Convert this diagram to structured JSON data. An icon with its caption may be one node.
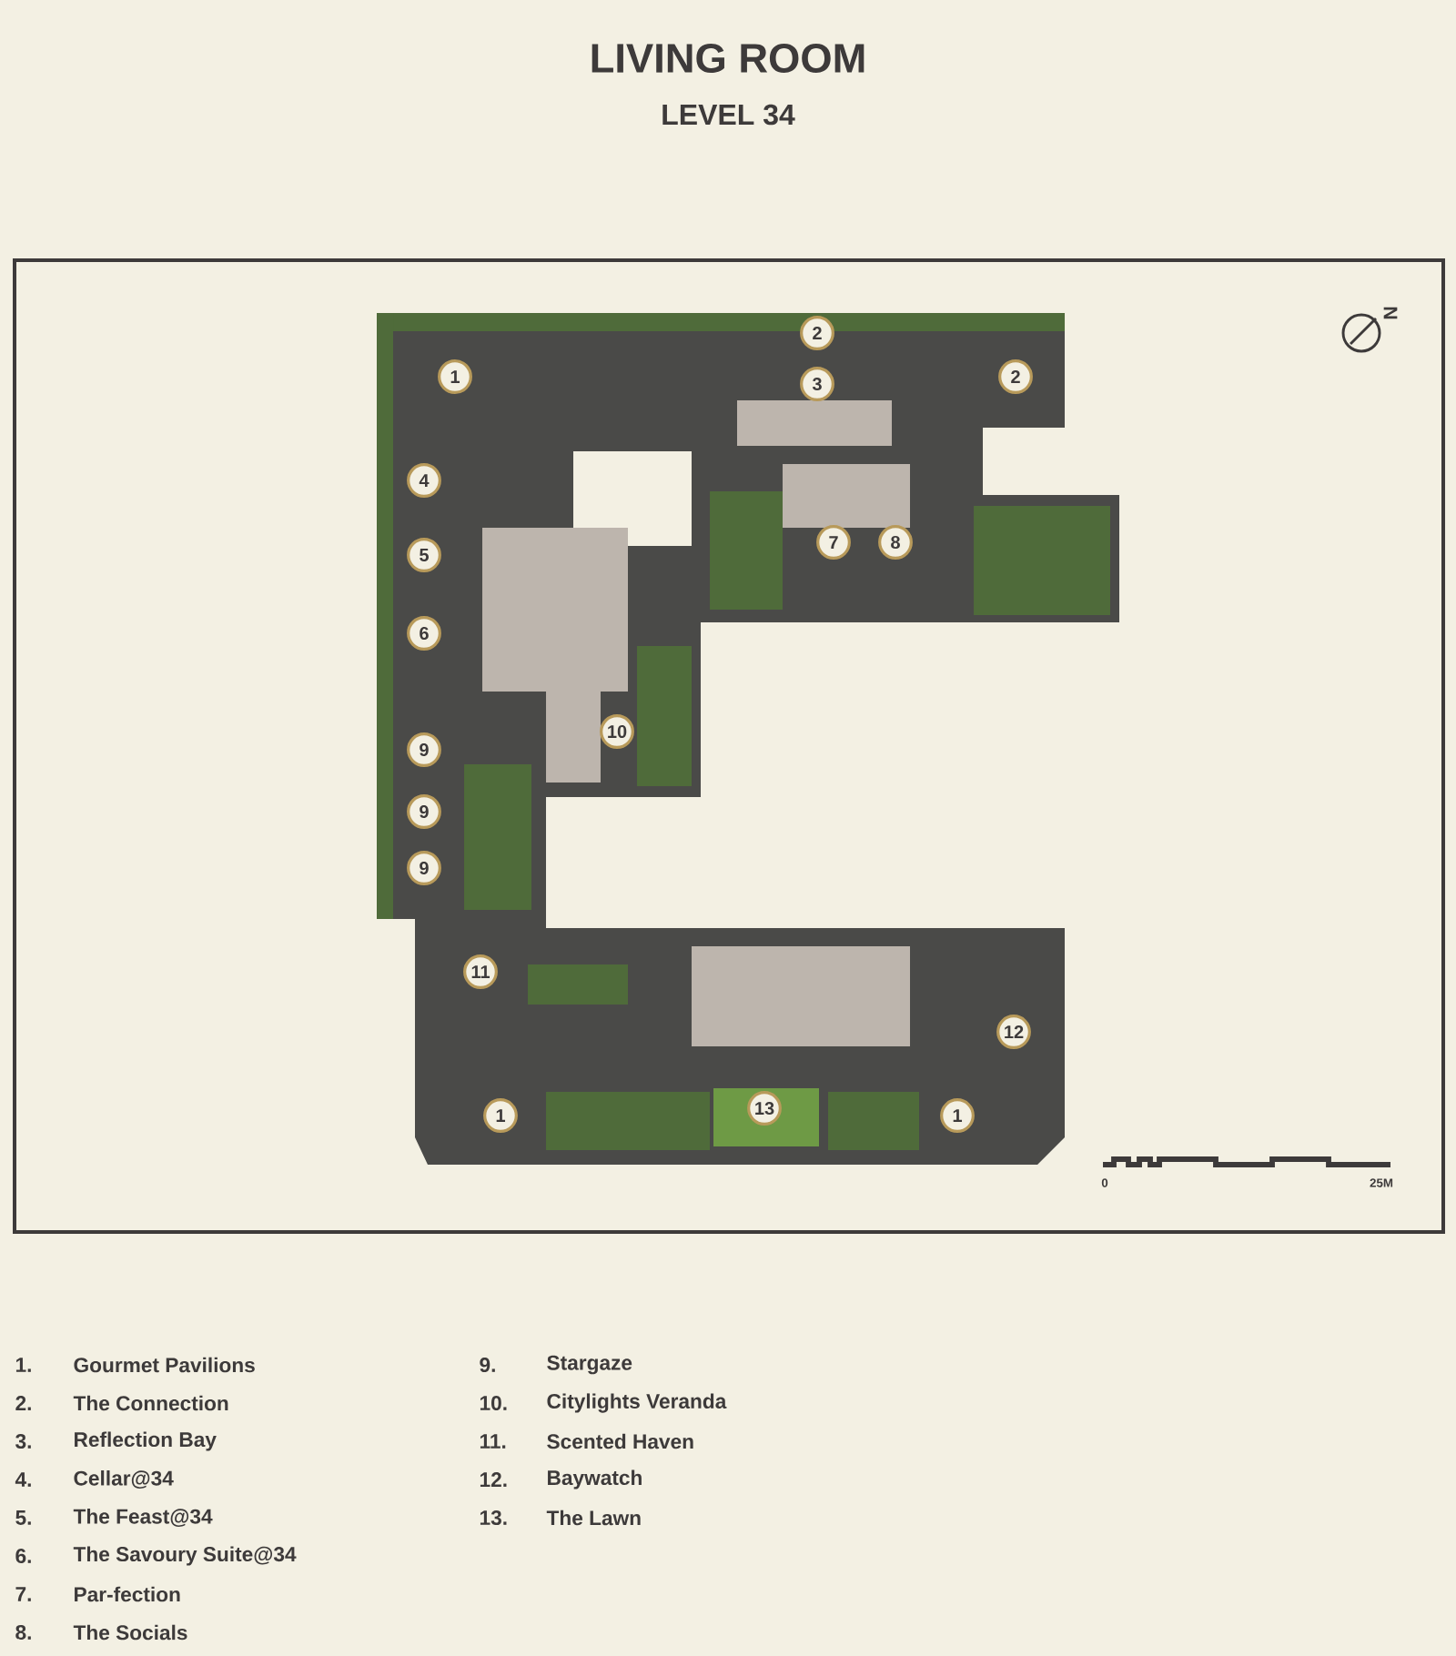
{
  "diagram": {
    "title": "LIVING ROOM",
    "labels": [
      "LEVEL 34",
      "2",
      "1",
      "3",
      "2",
      "4",
      "5",
      "7",
      "8",
      "6",
      "10",
      "9",
      "9",
      "9",
      "11",
      "12",
      "13",
      "1",
      "1",
      "N",
      "0",
      "25M",
      "1.",
      "Gourmet Pavilions",
      "2.",
      "The Connection",
      "3.",
      "Reflection Bay",
      "4.",
      "Cellar@34",
      "5.",
      "The Feast@34",
      "6.",
      "The Savoury Suite@34",
      "7.",
      "Par-fection",
      "8.",
      "The Socials",
      "9.",
      "Stargaze",
      "10.",
      "Citylights Veranda",
      "11.",
      "Scented Haven",
      "12.",
      "Baywatch",
      "13.",
      "The Lawn"
    ]
  }
}
